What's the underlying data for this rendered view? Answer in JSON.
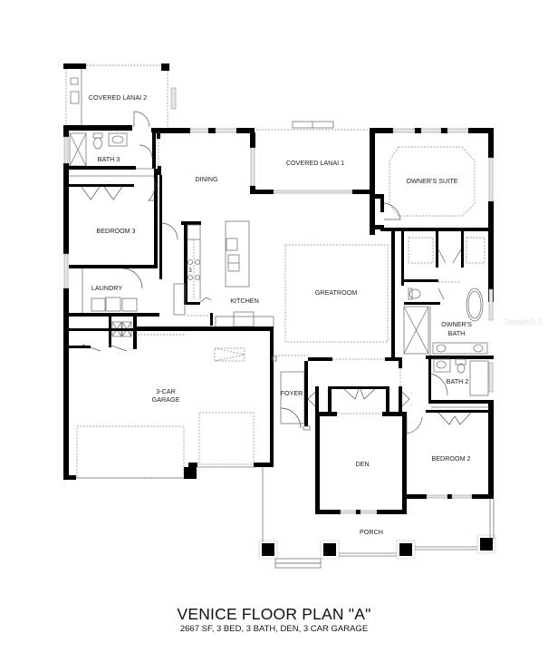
{
  "title": {
    "main": "VENICE FLOOR PLAN \"A\"",
    "sub": "2667 SF, 3 BED, 3 BATH, DEN, 3 CAR GARAGE"
  },
  "watermark": "StellarMLS",
  "rooms": {
    "covered_lanai_2": "COVERED LANAI 2",
    "bath_3": "BATH 3",
    "dining": "DINING",
    "covered_lanai_1": "COVERED LANAI 1",
    "owners_suite": "OWNER'S SUITE",
    "bedroom_3": "BEDROOM 3",
    "laundry": "LAUNDRY",
    "kitchen": "KITCHEN",
    "greatroom": "GREATROOM",
    "owners_bath_line1": "OWNER'S",
    "owners_bath_line2": "BATH",
    "garage_line1": "3-CAR",
    "garage_line2": "GARAGE",
    "foyer": "FOYER",
    "bath_2": "BATH 2",
    "den": "DEN",
    "bedroom_2": "BEDROOM 2",
    "porch": "PORCH"
  },
  "range_burner_label": "3",
  "colors": {
    "wall": "#000000",
    "fixture_line": "#777777",
    "window_fill": "#e6e6e6",
    "background": "#ffffff"
  }
}
